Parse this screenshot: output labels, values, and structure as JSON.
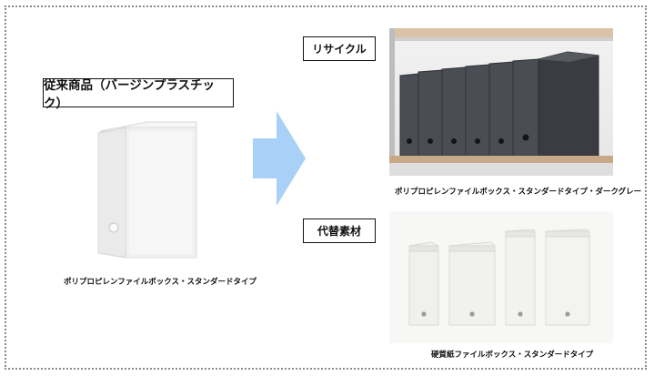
{
  "conventional": {
    "title": "従来商品（バージンプラスチック）",
    "caption": "ポリプロピレンファイルボックス・スタンダードタイプ"
  },
  "recycle": {
    "title": "リサイクル",
    "caption": "ポリプロピレンファイルボックス・スタンダードタイプ・ダークグレー"
  },
  "alternative": {
    "title": "代替素材",
    "caption": "硬質紙ファイルボックス・スタンダードタイプ"
  },
  "colors": {
    "arrow": "#a9d1f7",
    "dark_box": "#3e4147",
    "shelf_wood": "#c7a98a",
    "paper_box": "#f2f2ef",
    "clear_box": "#ececec"
  }
}
